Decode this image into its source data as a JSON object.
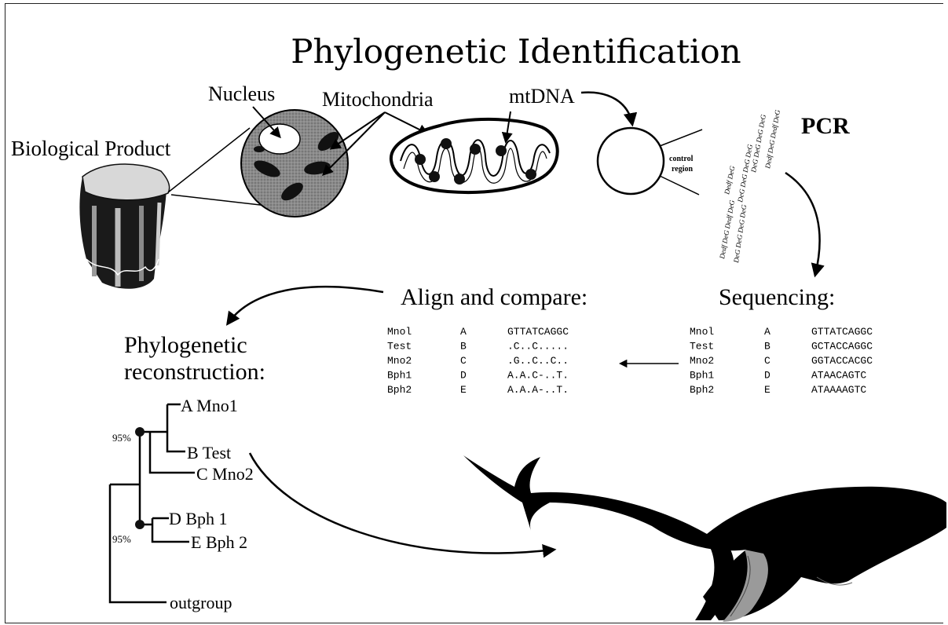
{
  "title": "Phylogenetic Identification",
  "labels": {
    "biological_product": "Biological  Product",
    "nucleus": "Nucleus",
    "mitochondria": "Mitochondria",
    "mtdna": "mtDNA",
    "pcr": "PCR",
    "control_region_1": "control",
    "control_region_2": "region",
    "align_compare": "Align and compare:",
    "sequencing": "Sequencing:",
    "phylo_1": "Phylogenetic",
    "phylo_2": "reconstruction:"
  },
  "pcr_fragments": [
    "Dedf DeG",
    "DeG DeG DeG DeG",
    "Dedf DeG Dedf DeG",
    "DeG DeG DeG DeG"
  ],
  "align_table": [
    {
      "name": "Mnol",
      "code": "A",
      "seq": "GTTATCAGGC"
    },
    {
      "name": "Test",
      "code": "B",
      "seq": ".C..C....."
    },
    {
      "name": "Mno2",
      "code": "C",
      "seq": ".G..C..C.."
    },
    {
      "name": "Bph1",
      "code": "D",
      "seq": "A.A.C-..T."
    },
    {
      "name": "Bph2",
      "code": "E",
      "seq": "A.A.A-..T."
    }
  ],
  "seq_table": [
    {
      "name": "Mnol",
      "code": "A",
      "seq": "GTTATCAGGC"
    },
    {
      "name": "Test",
      "code": "B",
      "seq": "GCTACCAGGC"
    },
    {
      "name": "Mno2",
      "code": "C",
      "seq": "GGTACCACGC"
    },
    {
      "name": "Bph1",
      "code": "D",
      "seq": "ATAACAGTC"
    },
    {
      "name": "Bph2",
      "code": "E",
      "seq": "ATAAAAGTC"
    }
  ],
  "tree": {
    "leaves": {
      "a": "A Mno1",
      "b": "B  Test",
      "c": "C Mno2",
      "d": "D Bph  1",
      "e": "E Bph  2",
      "outgroup": "outgroup"
    },
    "bootstrap_top": "95%",
    "bootstrap_bottom": "95%"
  }
}
